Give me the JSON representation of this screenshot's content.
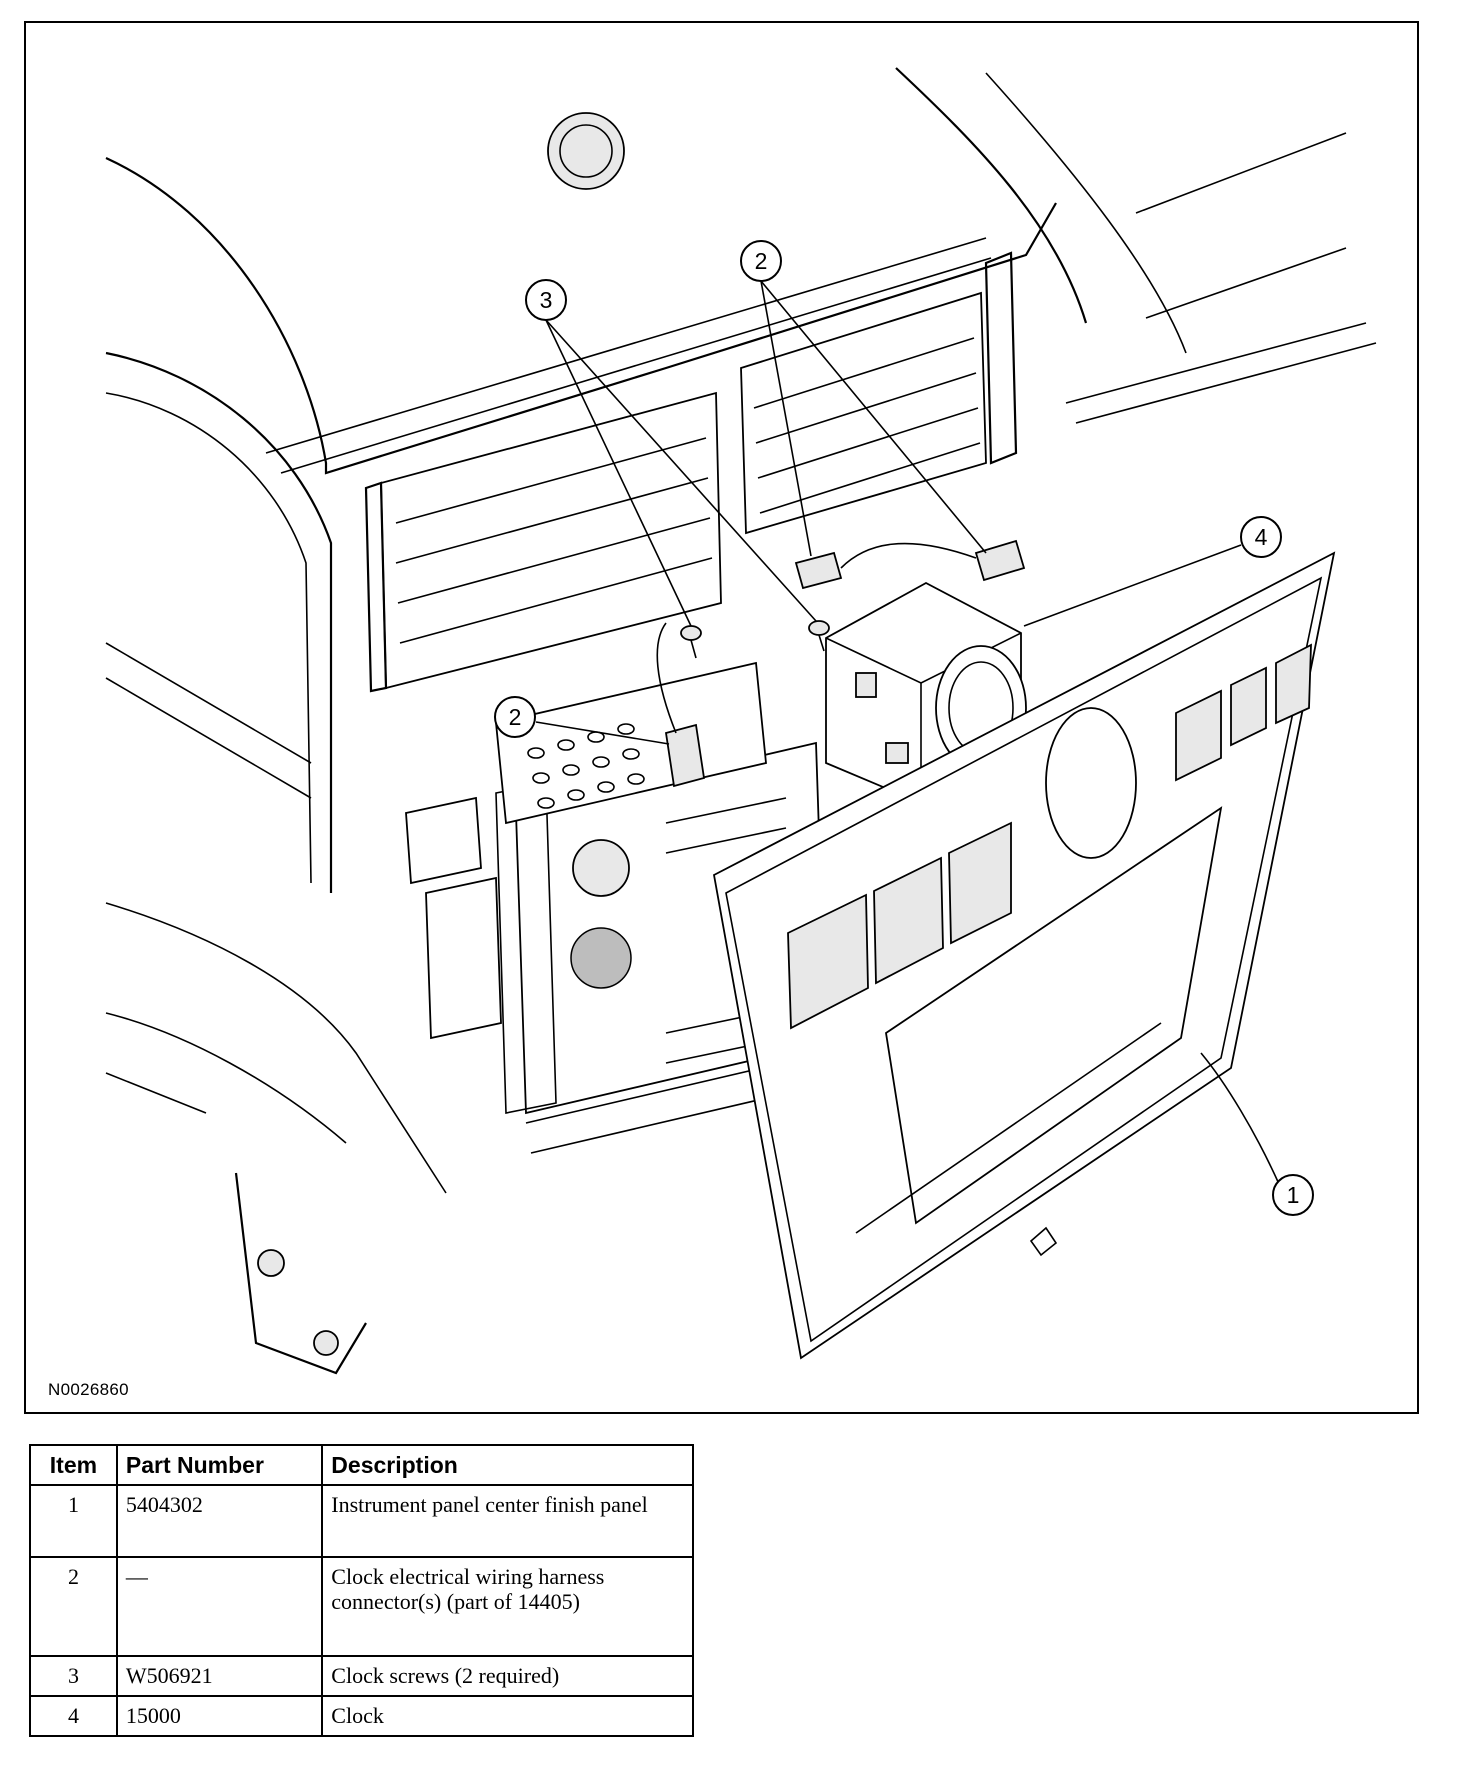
{
  "figure": {
    "id": "N0026860",
    "callouts": [
      "1",
      "2",
      "2",
      "3",
      "4"
    ]
  },
  "table": {
    "headers": [
      "Item",
      "Part Number",
      "Description"
    ],
    "rows": [
      {
        "item": "1",
        "part_number": "5404302",
        "description": "Instrument panel center finish panel"
      },
      {
        "item": "2",
        "part_number": "—",
        "description": "Clock electrical wiring harness connector(s) (part of 14405)"
      },
      {
        "item": "3",
        "part_number": "W506921",
        "description": "Clock screws (2 required)"
      },
      {
        "item": "4",
        "part_number": "15000",
        "description": "Clock"
      }
    ]
  }
}
